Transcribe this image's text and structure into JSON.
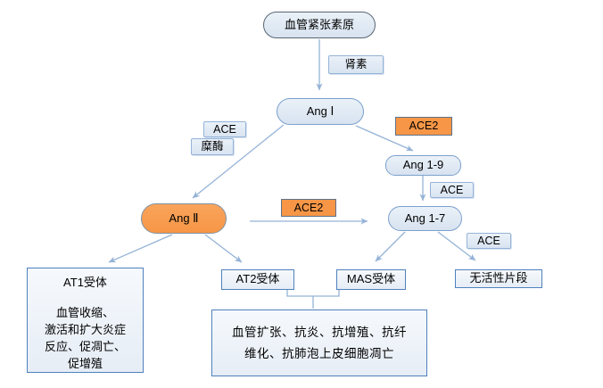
{
  "nodes": {
    "angiotensinogen": "血管紧张素原",
    "renin": "肾素",
    "ang_i": "Ang Ⅰ",
    "ace_upper": "ACE",
    "chymase": "糜酶",
    "ace2_upper": "ACE2",
    "ang_1_9": "Ang 1-9",
    "ace_mid": "ACE",
    "ang_1_7": "Ang 1-7",
    "ang_ii": "Ang Ⅱ",
    "ace2_mid": "ACE2",
    "ace_lower": "ACE",
    "at1_receptor": {
      "title": "AT1受体",
      "lines": [
        "血管收缩、",
        "激活和扩大炎症",
        "反应、促凋亡、",
        "促增殖"
      ]
    },
    "at2_receptor": "AT2受体",
    "mas_receptor": "MAS受体",
    "inactive_fragment": "无活性片段",
    "effects": {
      "lines": [
        "血管扩张、抗炎、抗增殖、抗纤",
        "维化、抗肺泡上皮细胞凋亡"
      ]
    }
  },
  "colors": {
    "light_blue_fill": "#dbe5f1",
    "pill_blue_border": "#7ba0cd",
    "box_blue_border": "#4f81bd",
    "label_blue_border": "#95b3d7",
    "orange_fill": "#f79646",
    "dark_gray_border": "#596673",
    "arrow_blue": "#95b3d7",
    "text": "#000000"
  }
}
